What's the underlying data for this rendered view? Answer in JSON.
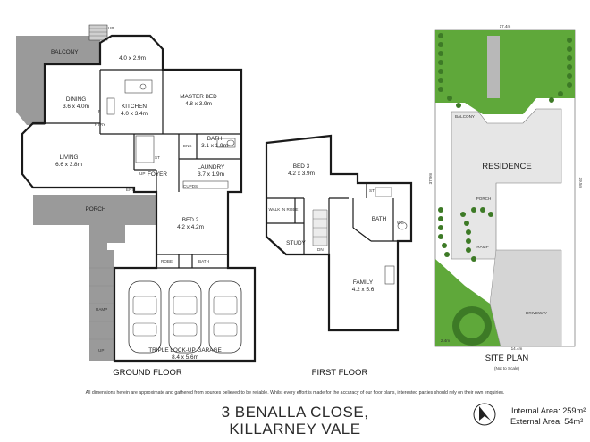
{
  "rooms": {
    "balcony": "BALCONY",
    "upper_room_dim": "4.0 x 2.9m",
    "dining": "DINING",
    "dining_dim": "3.6 x 4.0m",
    "kitchen": "KITCHEN",
    "kitchen_dim": "4.0 x 3.4m",
    "master_bed": "MASTER BED",
    "master_bed_dim": "4.8 x 3.9m",
    "ptry": "PTRY",
    "f_label": "F",
    "ens": "ENS",
    "bath_gf": "BATH",
    "bath_gf_dim": "3.1 x 1.9m",
    "living": "LIVING",
    "living_dim": "6.6 x 3.8m",
    "st_gf": "ST",
    "foyer": "FOYER",
    "laundry": "LAUNDRY",
    "laundry_dim": "3.7 x 1.9m",
    "cupds": "CUPDS",
    "ent": "ENT",
    "up_gf": "UP",
    "porch": "PORCH",
    "bed2": "BED 2",
    "bed2_dim": "4.2 x 4.2m",
    "robe_gf": "ROBE",
    "bath_gf2": "BATH",
    "ramp": "RAMP",
    "garage": "TRIPLE LOCK-UP GARAGE",
    "garage_dim": "8.4 x 5.6m",
    "up_top": "UP",
    "up_ramp": "UP",
    "bed3": "BED 3",
    "bed3_dim": "4.2 x 3.9m",
    "walk_in_robe": "WALK IN ROBE",
    "st_ff": "ST",
    "bath_ff": "BATH",
    "wc": "WC",
    "study": "STUDY",
    "dn": "DN",
    "family": "FAMILY",
    "family_dim": "4.2 x 5.6"
  },
  "site": {
    "top_dim": "17.4m",
    "left_dim": "37.9m",
    "right_dim": "39.5m",
    "bottom_dim": "14.4m",
    "bottom_left_dim": "2.4m",
    "balcony": "BALCONY",
    "residence": "RESIDENCE",
    "porch": "PORCH",
    "driveway": "DRIVEWAY",
    "ramp": "RAMP",
    "colors": {
      "lawn": "#5fa83a",
      "hedge": "#3d7a26",
      "building": "#e6e6e6",
      "paving": "#b8b8b8"
    }
  },
  "captions": {
    "ground_floor": "GROUND FLOOR",
    "first_floor": "FIRST FLOOR",
    "site_plan": "SITE PLAN",
    "site_plan_note": "(Not to Scale)"
  },
  "disclaimer": "All dimensions herein are approximate and gathered from sources believed to be reliable. Whilst every effort is made for the accuracy of our floor plans, interested parties should rely on their own enquiries.",
  "address_line1": "3 BENALLA CLOSE,",
  "address_line2": "KILLARNEY VALE",
  "internal_area": "Internal Area: 259m²",
  "external_area": "External Area: 54m²",
  "compass_icon": "north-arrow-icon"
}
